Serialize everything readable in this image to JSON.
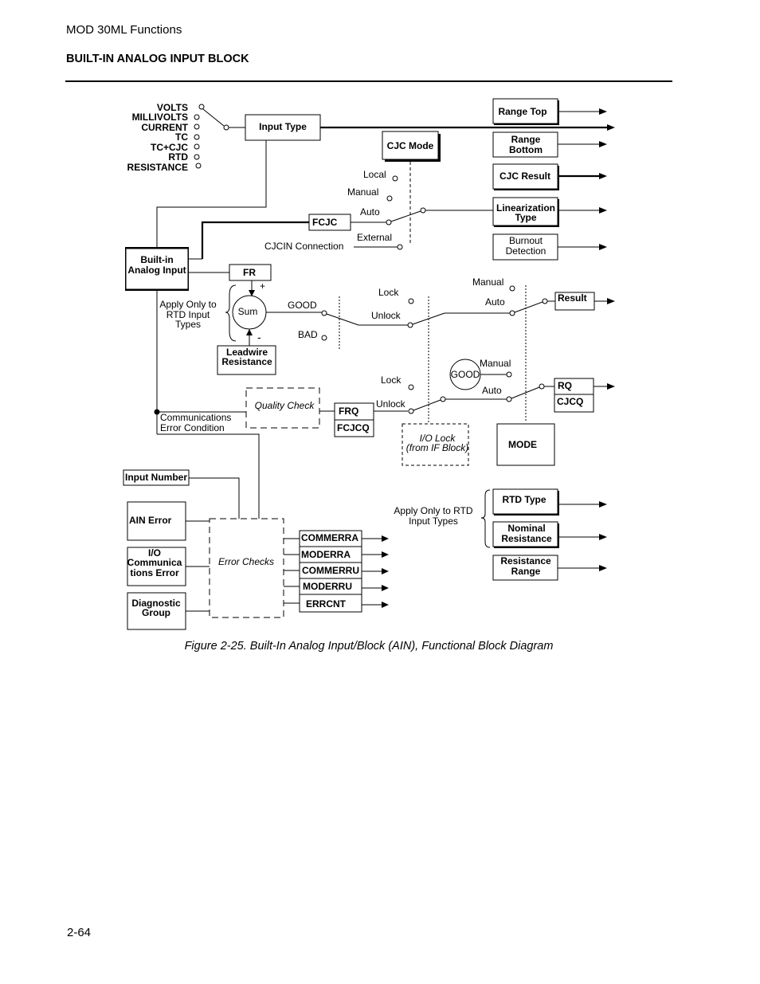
{
  "header": {
    "section": "MOD 30ML Functions",
    "title": "BUILT-IN ANALOG INPUT BLOCK"
  },
  "footer": {
    "page_number": "2-64"
  },
  "figure": {
    "caption": "Figure 2-25.  Built-In Analog Input/Block (AIN), Functional Block Diagram"
  },
  "diagram": {
    "input_options": [
      "VOLTS",
      "MILLIVOLTS",
      "CURRENT",
      "TC",
      "TC+CJC",
      "RTD",
      "RESISTANCE"
    ],
    "blocks": {
      "input_type": "Input Type",
      "cjc_mode": "CJC Mode",
      "fcjc": "FCJC",
      "builtin_ai_1": "Built-in",
      "builtin_ai_2": "Analog Input",
      "fr": "FR",
      "leadwire_1": "Leadwire",
      "leadwire_2": "Resistance",
      "sum": "Sum",
      "frq": "FRQ",
      "fcjcq": "FCJCQ",
      "mode": "MODE",
      "input_number": "Input Number",
      "ain_error": "AIN Error",
      "io_err_1": "I/O",
      "io_err_2": "Communica",
      "io_err_3": "tions Error",
      "diag_1": "Diagnostic",
      "diag_2": "Group",
      "good_circle": "GOOD"
    },
    "outputs": {
      "range_top": "Range Top",
      "range_bottom_1": "Range",
      "range_bottom_2": "Bottom",
      "cjc_result": "CJC Result",
      "lin_type_1": "Linearization",
      "lin_type_2": "Type",
      "burnout_1": "Burnout",
      "burnout_2": "Detection",
      "result": "Result",
      "rq": "RQ",
      "cjcq": "CJCQ",
      "rtd_type": "RTD Type",
      "nominal_1": "Nominal",
      "nominal_2": "Resistance",
      "res_range_1": "Resistance",
      "res_range_2": "Range"
    },
    "error_outputs": [
      "COMMERRA",
      "MODERRA",
      "COMMERRU",
      "MODERRU",
      "ERRCNT"
    ],
    "labels": {
      "local": "Local",
      "manual": "Manual",
      "auto": "Auto",
      "external": "External",
      "cjcin": "CJCIN Connection",
      "rtd_only_1": "Apply Only to",
      "rtd_only_2": "RTD Input",
      "rtd_only_3": "Types",
      "plus": "+",
      "minus": "-",
      "good": "GOOD",
      "bad": "BAD",
      "lock": "Lock",
      "unlock": "Unlock",
      "quality_check": "Quality Check",
      "comm_err_1": "Communications",
      "comm_err_2": "Error Condition",
      "io_lock_1": "I/O Lock",
      "io_lock_2": "(from IF Block)",
      "error_checks": "Error Checks",
      "rtd_apply_1": "Apply Only to RTD",
      "rtd_apply_2": "Input Types"
    }
  }
}
